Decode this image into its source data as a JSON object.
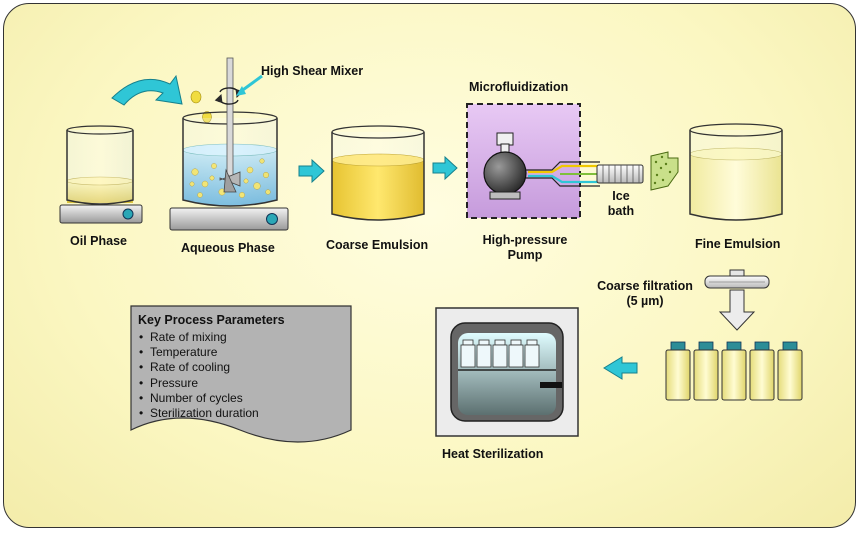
{
  "labels": {
    "oil_phase": "Oil Phase",
    "aqueous_phase": "Aqueous Phase",
    "high_shear_mixer": "High Shear Mixer",
    "coarse_emulsion": "Coarse Emulsion",
    "microfluidization": "Microfluidization",
    "high_pressure_pump_line1": "High-pressure",
    "high_pressure_pump_line2": "Pump",
    "ice_bath_line1": "Ice",
    "ice_bath_line2": "bath",
    "fine_emulsion": "Fine Emulsion",
    "coarse_filtration_line1": "Coarse filtration",
    "coarse_filtration_line2": "(5 µm)",
    "heat_sterilization": "Heat Sterilization"
  },
  "parameters": {
    "title": "Key Process Parameters",
    "items": [
      {
        "text": "Rate of mixing"
      },
      {
        "text": "Temperature"
      },
      {
        "text": "Rate of cooling"
      },
      {
        "text": "Pressure"
      },
      {
        "text": "Number of cycles"
      },
      {
        "text": "Sterilization duration"
      }
    ]
  },
  "colors": {
    "background": "#fbf7c2",
    "arrow": "#2fc6d6",
    "oil": "#e8d54a",
    "aqueous": "#7ec8ea",
    "coarse_emulsion": "#f0c800",
    "fine_emulsion": "#f4ee8a",
    "microfluidization_box": "#d7b3e8",
    "parameters_box": "#b3b3b3"
  }
}
